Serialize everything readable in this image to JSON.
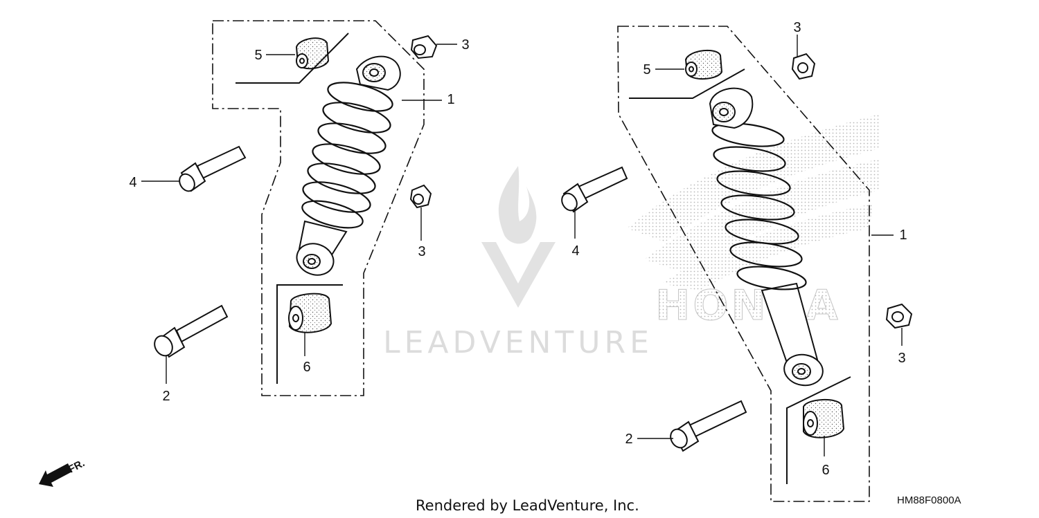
{
  "watermark": {
    "brand_text": "LEADVENTURE",
    "logo_text": "HONDA"
  },
  "direction": {
    "label": "FR."
  },
  "footer": {
    "rendered_by": "Rendered by LeadVenture, Inc.",
    "diagram_code": "HM88F0800A"
  },
  "callouts": {
    "left": {
      "shock": "1",
      "bolt_lower": "2",
      "nut_top": "3",
      "nut_mid": "3",
      "bolt_upper": "4",
      "bushing_top": "5",
      "bushing_bottom": "6"
    },
    "right": {
      "shock": "1",
      "bolt_lower": "2",
      "nut_top": "3",
      "nut_mid": "3",
      "bolt_upper": "4",
      "bushing_top": "5",
      "bushing_bottom": "6"
    }
  }
}
